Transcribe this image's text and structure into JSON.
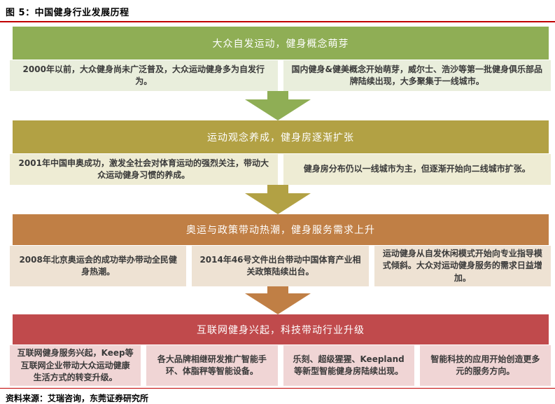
{
  "figure": {
    "title": "图 5：中国健身行业发展历程",
    "source": "资料来源：艾瑞咨询，东莞证券研究所"
  },
  "colors": {
    "rule_red": "#C00000",
    "header_text": "#FFFFFF",
    "stage1_header_bg": "#8FAE55",
    "stage1_box_bg": "#E9EEDC",
    "stage2_header_bg": "#B2A144",
    "stage2_box_bg": "#EEECD4",
    "stage3_header_bg": "#C07F45",
    "stage3_box_bg": "#EEE2D3",
    "stage4_header_bg": "#C04A4C",
    "stage4_box_bg": "#F0D5D5"
  },
  "stages": [
    {
      "header": "大众自发运动，健身概念萌芽",
      "boxes": [
        "2000年以前，大众健身尚未广泛普及，大众运动健身多为自发行为。",
        "国内健身&健美概念开始萌芽，威尔士、浩沙等第一批健身俱乐部品牌陆续出现，大多聚集于一线城市。"
      ]
    },
    {
      "header": "运动观念养成，健身房逐渐扩张",
      "boxes": [
        "2001年中国申奥成功，激发全社会对体育运动的强烈关注，带动大众运动健身习惯的养成。",
        "健身房分布仍以一线城市为主，但逐渐开始向二线城市扩张。"
      ]
    },
    {
      "header": "奥运与政策带动热潮，健身服务需求上升",
      "boxes": [
        "2008年北京奥运会的成功举办带动全民健身热潮。",
        "2014年46号文件出台带动中国体育产业相关政策陆续出台。",
        "运动健身从自发休闲模式开始向专业指导模式倾斜。大众对运动健身服务的需求日益增加。"
      ]
    },
    {
      "header": "互联网健身兴起，科技带动行业升级",
      "boxes": [
        "互联网健身服务兴起，Keep等互联网企业带动大众运动健康生活方式的转变升级。",
        "各大品牌相继研发推广智能手环、体脂秤等智能设备。",
        "乐刻、超级猩猩、Keepland等新型智能健身房陆续出现。",
        "智能科技的应用开始创造更多元的服务方向。"
      ]
    }
  ]
}
